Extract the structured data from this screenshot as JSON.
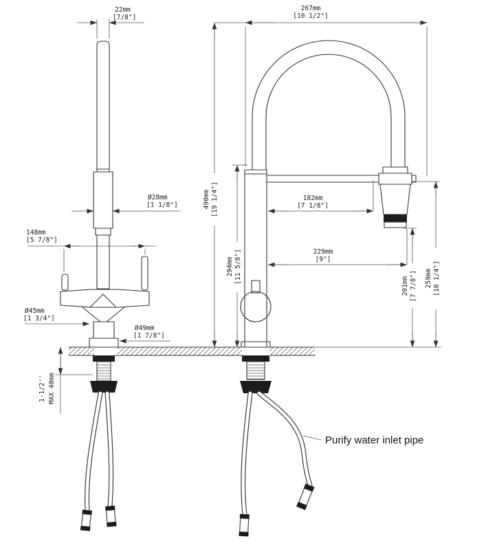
{
  "drawing": {
    "annotation": "Purify water inlet pipe",
    "dims": {
      "d22": {
        "mm": "22mm",
        "inch": "[7/8\"]"
      },
      "d267": {
        "mm": "267mm",
        "inch": "[10 1/2\"]"
      },
      "d28": {
        "mm": "Ø28mm",
        "inch": "[1 1/8\"]"
      },
      "d148": {
        "mm": "148mm",
        "inch": "[5 7/8\"]"
      },
      "d45": {
        "mm": "Ø45mm",
        "inch": "[1 3/4\"]"
      },
      "d49": {
        "mm": "Ø49mm",
        "inch": "[1 7/8\"]"
      },
      "d490": {
        "mm": "490mm",
        "inch": "[19 1/4\"]"
      },
      "d294": {
        "mm": "294mm",
        "inch": "[11 5/8\"]"
      },
      "d182": {
        "mm": "182mm",
        "inch": "[7 1/8\"]"
      },
      "d229": {
        "mm": "229mm",
        "inch": "[9\"]"
      },
      "d201": {
        "mm": "201mm",
        "inch": "[7 7/8\"]"
      },
      "d259": {
        "mm": "259mm",
        "inch": "[10 1/4\"]"
      },
      "d40": {
        "line1": "1-1/2''",
        "line2": "MAX 40mm"
      }
    }
  }
}
